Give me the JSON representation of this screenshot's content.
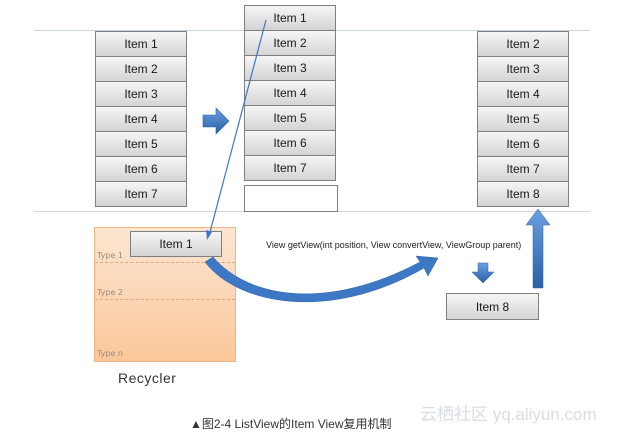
{
  "columns": {
    "before": [
      "Item 1",
      "Item 2",
      "Item 3",
      "Item 4",
      "Item 5",
      "Item 6",
      "Item 7"
    ],
    "scrolling": [
      "Item 1",
      "Item 2",
      "Item 3",
      "Item 4",
      "Item 5",
      "Item 6",
      "Item 7"
    ],
    "after": [
      "Item 2",
      "Item 3",
      "Item 4",
      "Item 5",
      "Item 6",
      "Item 7",
      "Item 8"
    ]
  },
  "recycler": {
    "item": "Item 1",
    "type_labels": [
      "Type 1",
      "Type 2",
      "Type n"
    ],
    "label": "Recycler"
  },
  "getview_text": "View getView(int position, View convertView, ViewGroup parent)",
  "new_item": "Item 8",
  "caption": "▲图2-4   ListView的Item View复用机制",
  "watermark": "云栖社区 yq.aliyun.com",
  "colors": {
    "arrow_blue": "#3d78c4",
    "recycler_top": "#fde6d2",
    "recycler_bottom": "#fbc79a",
    "viewport_line": "#c9d6e3"
  }
}
